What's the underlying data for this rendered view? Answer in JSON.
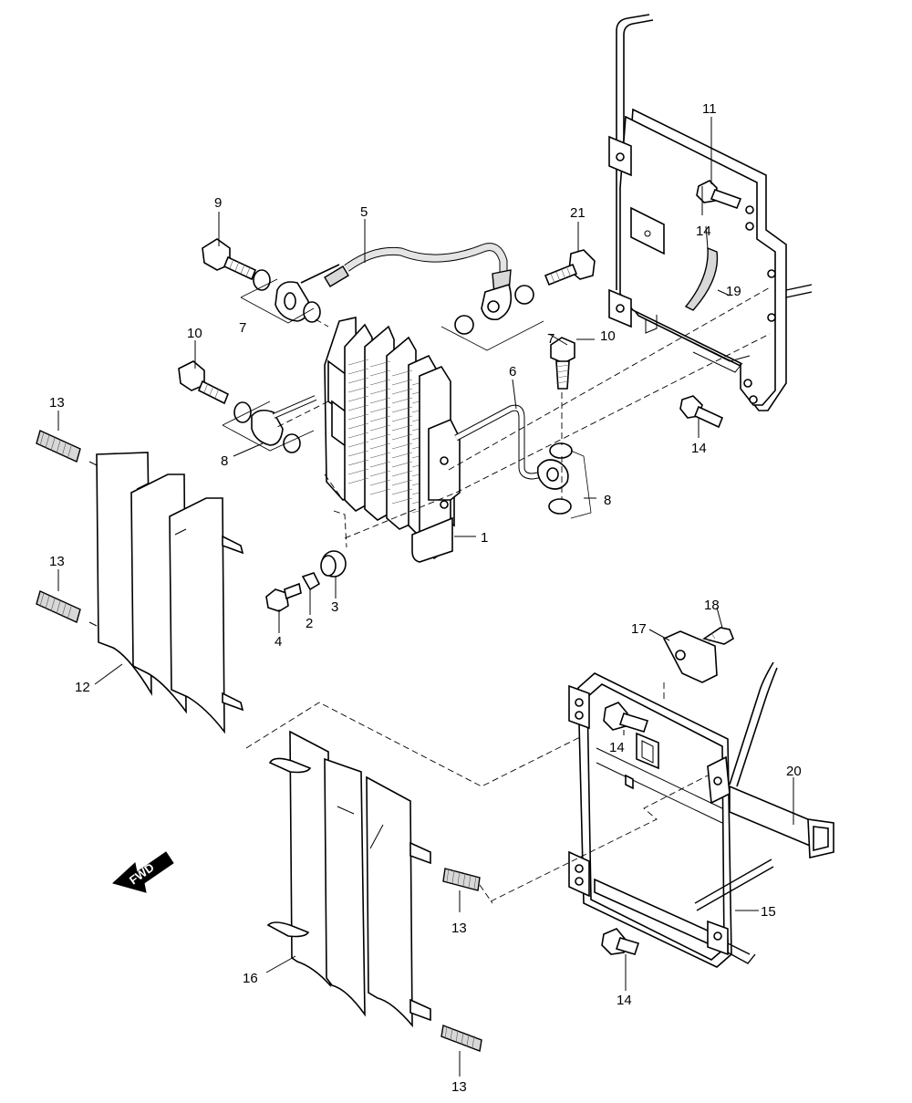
{
  "diagram": {
    "arrow_text": "FWD",
    "callouts": [
      {
        "id": "c1",
        "text": "1"
      },
      {
        "id": "c2",
        "text": "2"
      },
      {
        "id": "c3",
        "text": "3"
      },
      {
        "id": "c4",
        "text": "4"
      },
      {
        "id": "c5",
        "text": "5"
      },
      {
        "id": "c6",
        "text": "6"
      },
      {
        "id": "c7a",
        "text": "7"
      },
      {
        "id": "c7b",
        "text": "7"
      },
      {
        "id": "c8a",
        "text": "8"
      },
      {
        "id": "c8b",
        "text": "8"
      },
      {
        "id": "c9",
        "text": "9"
      },
      {
        "id": "c10a",
        "text": "10"
      },
      {
        "id": "c10b",
        "text": "10"
      },
      {
        "id": "c11",
        "text": "11"
      },
      {
        "id": "c12",
        "text": "12"
      },
      {
        "id": "c13a",
        "text": "13"
      },
      {
        "id": "c13b",
        "text": "13"
      },
      {
        "id": "c13c",
        "text": "13"
      },
      {
        "id": "c13d",
        "text": "13"
      },
      {
        "id": "c14a",
        "text": "14"
      },
      {
        "id": "c14b",
        "text": "14"
      },
      {
        "id": "c14c",
        "text": "14"
      },
      {
        "id": "c14d",
        "text": "14"
      },
      {
        "id": "c15",
        "text": "15"
      },
      {
        "id": "c16",
        "text": "16"
      },
      {
        "id": "c17",
        "text": "17"
      },
      {
        "id": "c18",
        "text": "18"
      },
      {
        "id": "c19",
        "text": "19"
      },
      {
        "id": "c20",
        "text": "20"
      },
      {
        "id": "c21",
        "text": "21"
      }
    ]
  }
}
